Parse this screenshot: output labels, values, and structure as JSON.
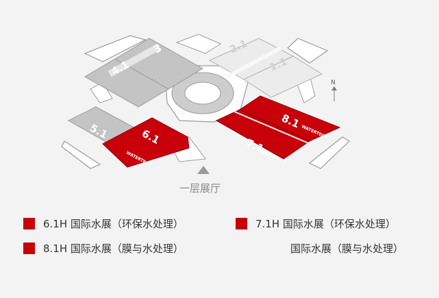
{
  "map": {
    "floor_label": "一层展厅",
    "north_label": "N",
    "halls": {
      "h1": "1.1",
      "h2": "2.1",
      "h3": "3",
      "h4": "4.1",
      "h5": "5.1",
      "h6": "6.1",
      "h7": "7.1",
      "h8": "8.1"
    },
    "brand_text": "WATERTECH",
    "colors": {
      "highlight": "#c8000a",
      "hall_gray": "#c4c4c4",
      "hall_light": "#ececec",
      "outline": "#9a9a9a",
      "background": "#f3f3f3"
    }
  },
  "legend": [
    {
      "text": "6.1H 国际水展（环保水处理）",
      "marker": "red-square"
    },
    {
      "text": "7.1H 国际水展（环保水处理）",
      "marker": "red-square"
    },
    {
      "text": "8.1H 国际水展（膜与水处理）",
      "marker": "red-square"
    },
    {
      "text": "国际水展（膜与水处理）",
      "marker": "none"
    }
  ]
}
